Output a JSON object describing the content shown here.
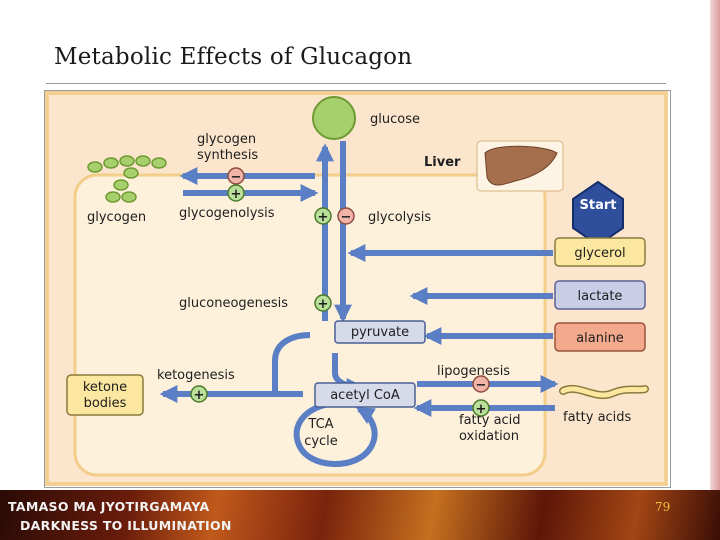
{
  "slide": {
    "title": "Metabolic Effects of Glucagon",
    "page_number": "79"
  },
  "footer": {
    "line1": "TAMASO MA JYOTIRGAMAYA",
    "line2": "DARKNESS TO ILLUMINATION"
  },
  "diagram": {
    "glucose": "glucose",
    "liver": "Liver",
    "start": "Start",
    "glycogen": "glycogen",
    "glycogen_synthesis_1": "glycogen",
    "glycogen_synthesis_2": "synthesis",
    "glycogenolysis": "glycogenolysis",
    "glycolysis": "glycolysis",
    "gluconeogenesis": "gluconeogenesis",
    "pyruvate": "pyruvate",
    "acetyl_coa": "acetyl CoA",
    "tca_1": "TCA",
    "tca_2": "cycle",
    "ketogenesis": "ketogenesis",
    "ketone_1": "ketone",
    "ketone_2": "bodies",
    "lipogenesis": "lipogenesis",
    "fatty_acid_oxidation_1": "fatty acid",
    "fatty_acid_oxidation_2": "oxidation",
    "glycerol": "glycerol",
    "lactate": "lactate",
    "alanine": "alanine",
    "fatty_acids": "fatty acids",
    "plus_sign": "+",
    "minus_sign": "−"
  },
  "colors": {
    "arrow": "#5b7fc4",
    "liver_bg": "#fbe6cd",
    "panel_bg": "#fdf1dc",
    "glycerol_box": "#fbe7a0",
    "lactate_box": "#c9cde6",
    "alanine_box": "#f2a98c",
    "start_box": "#2f4e9c",
    "glucose_fill": "#a6d06b",
    "plus_fill": "#b9df9a",
    "minus_fill": "#f2b4a8"
  }
}
